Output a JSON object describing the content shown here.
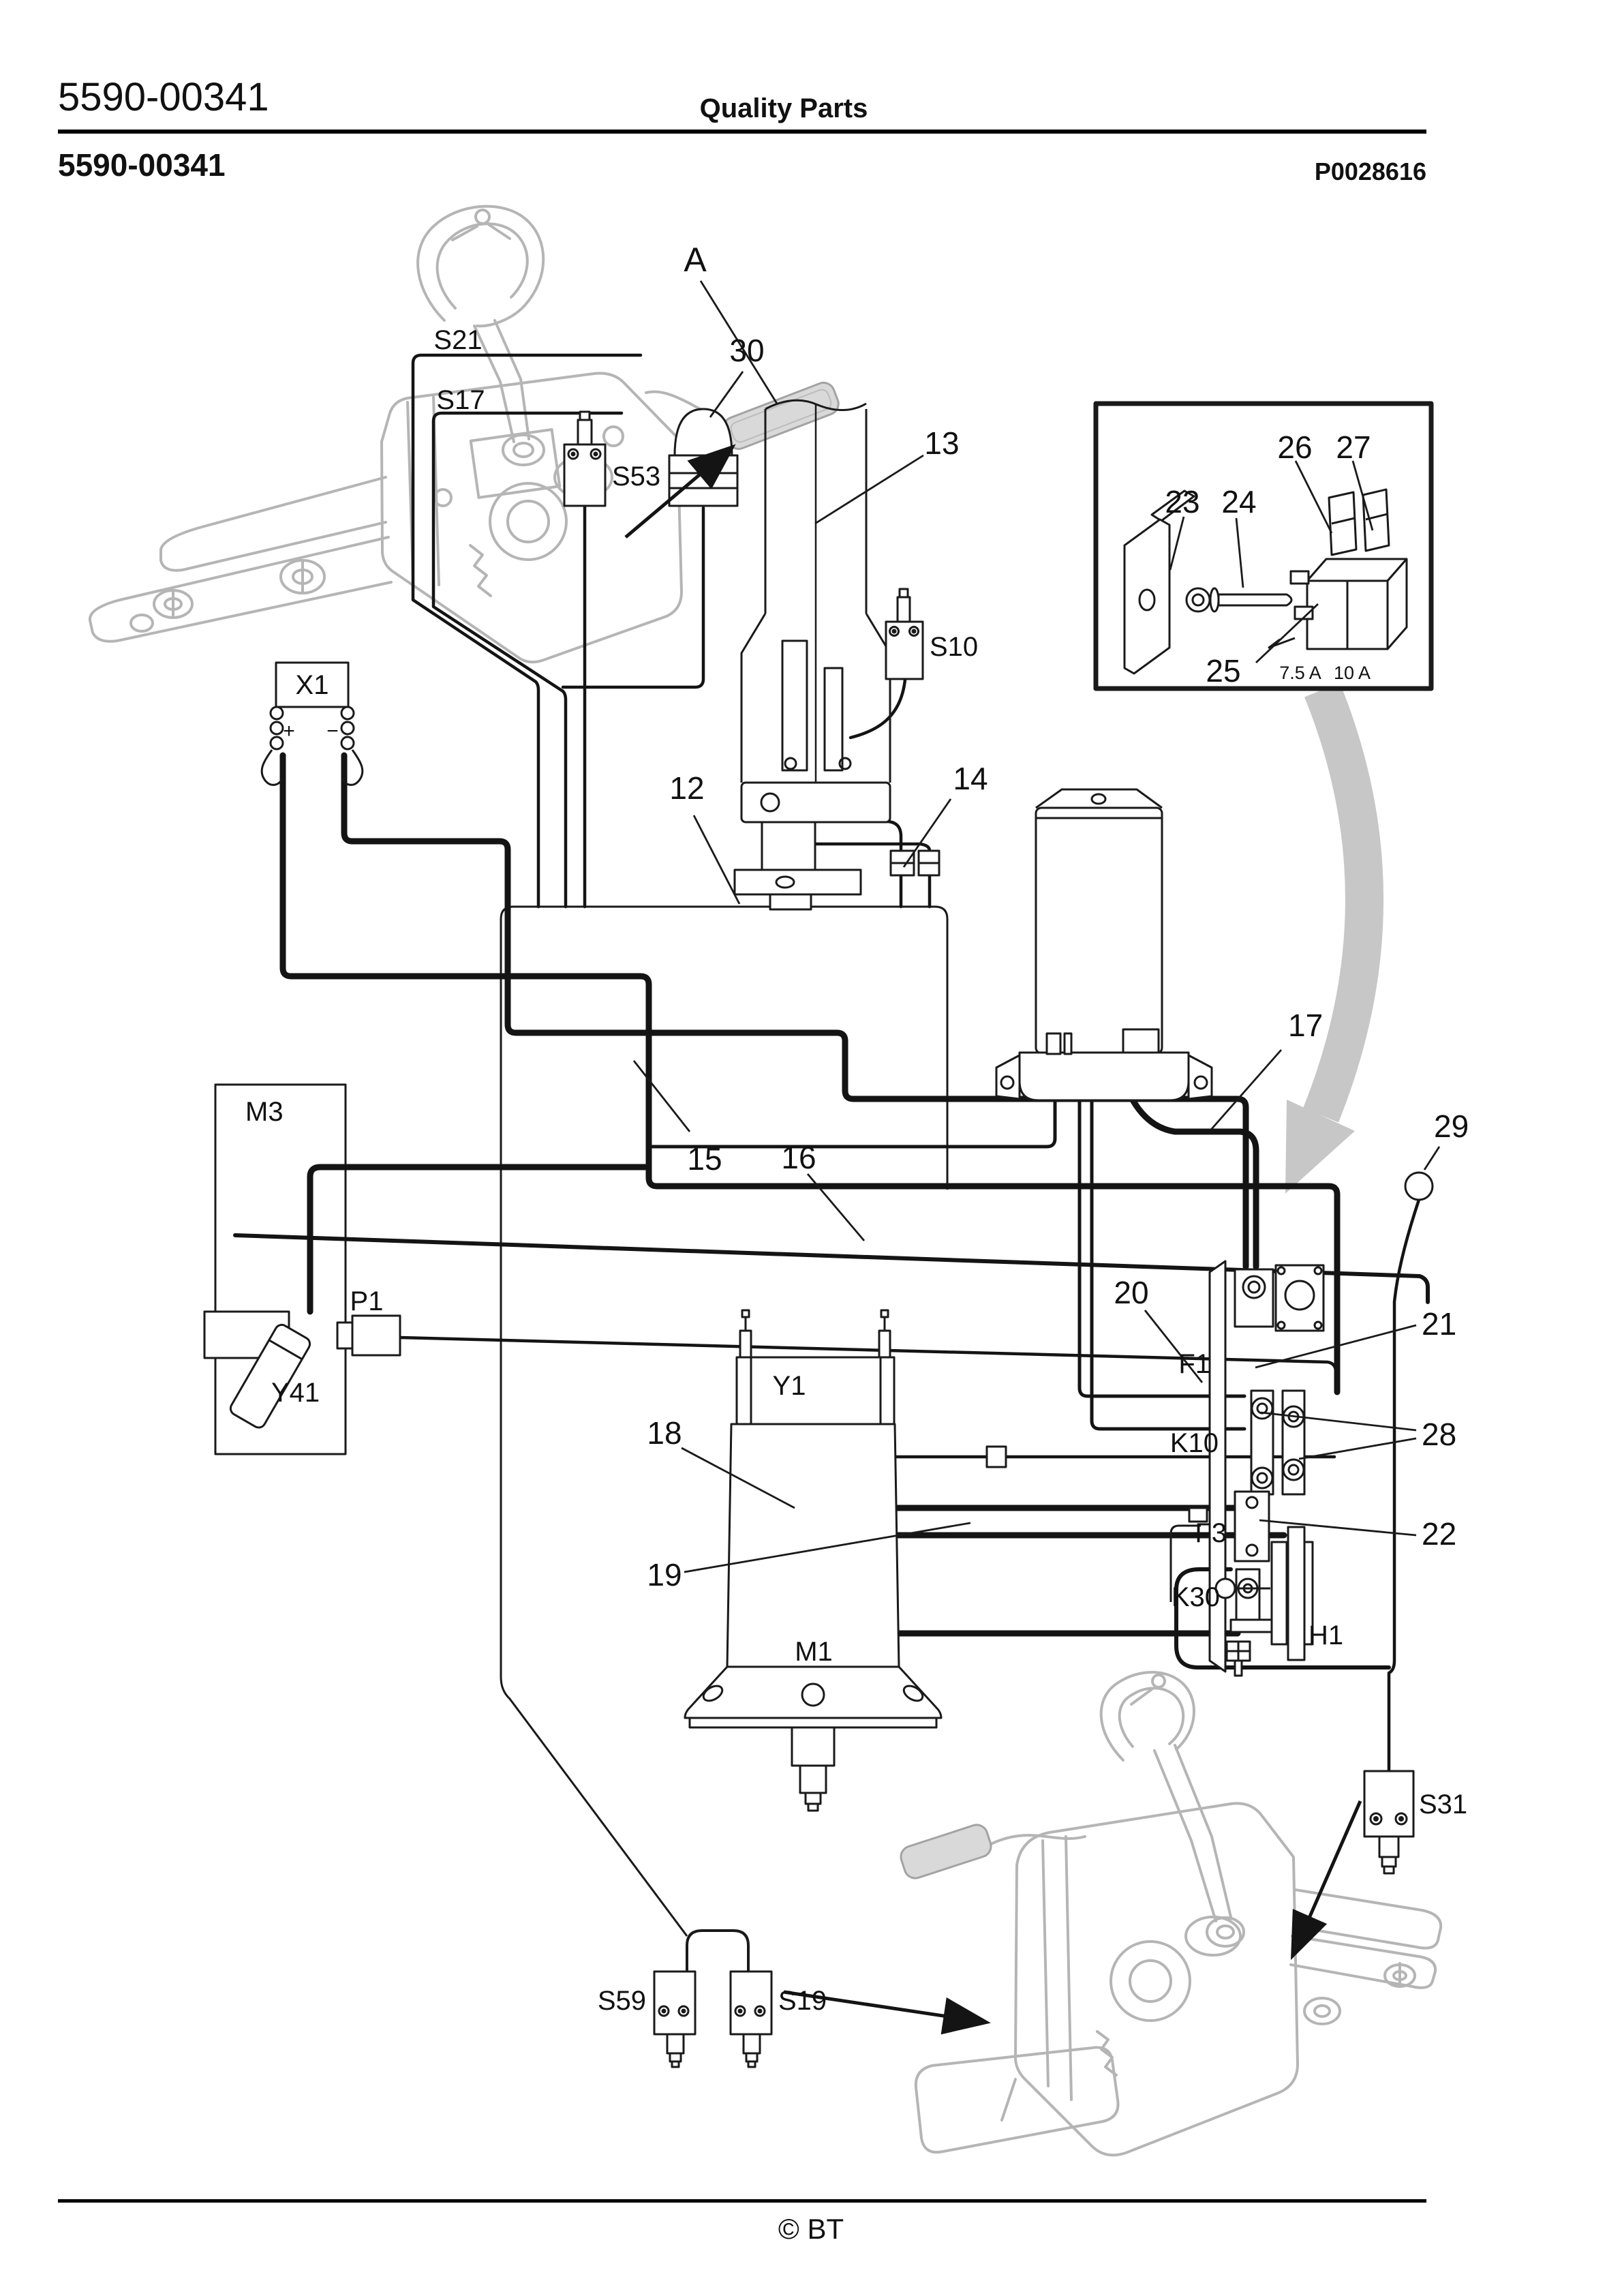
{
  "header": {
    "part_number_light": "5590-00341",
    "title": "Quality Parts",
    "part_number_bold": "5590-00341",
    "figure_ref": "P0028616"
  },
  "footer": {
    "copyright": "© BT"
  },
  "diagram": {
    "labels": {
      "a": "A",
      "n12": "12",
      "n13": "13",
      "n14": "14",
      "n15": "15",
      "n16": "16",
      "n17": "17",
      "n18": "18",
      "n19": "19",
      "n20": "20",
      "n21": "21",
      "n22": "22",
      "n23": "23",
      "n24": "24",
      "n25": "25",
      "n26": "26",
      "n27": "27",
      "n28": "28",
      "n29": "29",
      "n30": "30",
      "s21": "S21",
      "s17": "S17",
      "s53": "S53",
      "s10": "S10",
      "x1": "X1",
      "m3": "M3",
      "p1": "P1",
      "y41": "Y41",
      "f1": "F1",
      "k10": "K10",
      "f3": "F3",
      "k30": "K30",
      "y1": "Y1",
      "m1": "M1",
      "h1": "H1",
      "s31": "S31",
      "s59": "S59",
      "s19": "S19",
      "plus": "+",
      "minus": "−"
    },
    "fuse_ratings": {
      "left": "7.5 A",
      "right": "10 A"
    }
  }
}
